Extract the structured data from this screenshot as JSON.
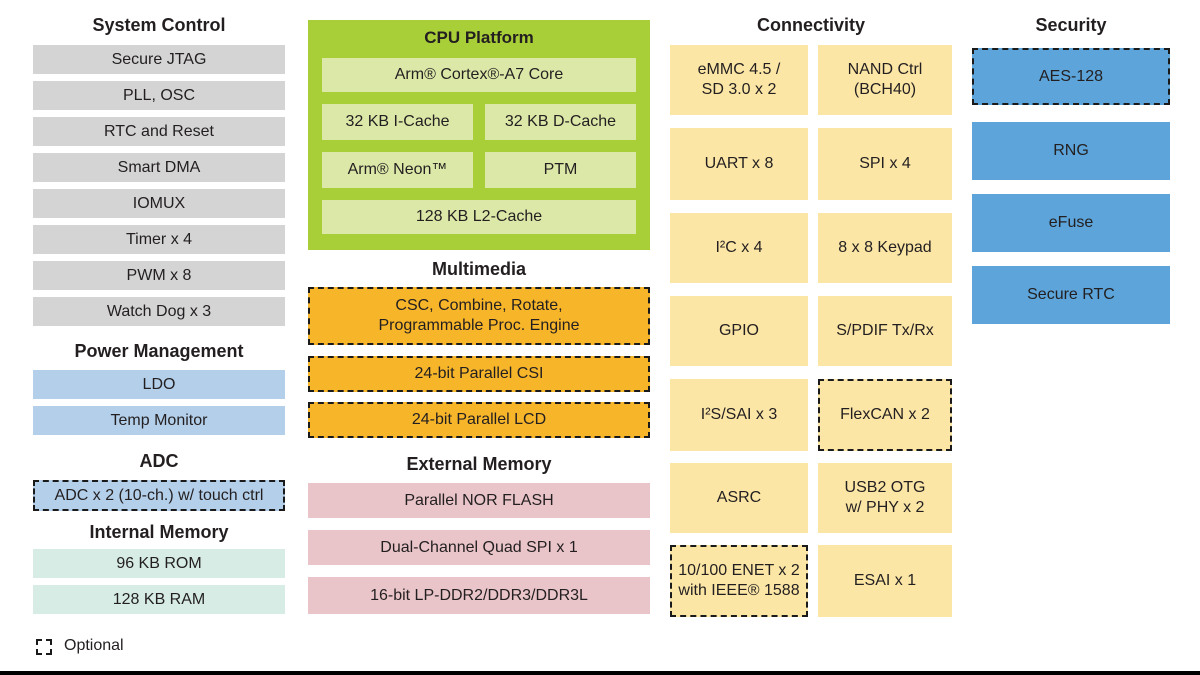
{
  "legend": {
    "label": "Optional"
  },
  "palette": {
    "gray": "#d4d4d4",
    "light_blue": "#b3cfea",
    "mint": "#d6ece4",
    "green_outer": "#a9cf38",
    "green_inner": "#dce8a8",
    "orange": "#f7b52a",
    "pink": "#e9c5c9",
    "yellow": "#fbe6a6",
    "security_blue": "#5ca4d9",
    "text": "#231f20"
  },
  "system_control": {
    "title": "System Control",
    "items": [
      "Secure JTAG",
      "PLL, OSC",
      "RTC and Reset",
      "Smart DMA",
      "IOMUX",
      "Timer x 4",
      "PWM x 8",
      "Watch Dog x 3"
    ]
  },
  "power_management": {
    "title": "Power Management",
    "items": [
      "LDO",
      "Temp Monitor"
    ]
  },
  "adc": {
    "title": "ADC",
    "items": [
      "ADC x 2 (10-ch.) w/ touch ctrl"
    ]
  },
  "internal_memory": {
    "title": "Internal Memory",
    "items": [
      "96 KB ROM",
      "128 KB RAM"
    ]
  },
  "cpu_platform": {
    "title": "CPU Platform",
    "core": "Arm® Cortex®-A7 Core",
    "icache": "32 KB I-Cache",
    "dcache": "32 KB D-Cache",
    "neon": "Arm® Neon™",
    "ptm": "PTM",
    "l2": "128 KB L2-Cache"
  },
  "multimedia": {
    "title": "Multimedia",
    "items": [
      "CSC, Combine, Rotate,\nProgrammable Proc. Engine",
      "24-bit Parallel CSI",
      "24-bit Parallel LCD"
    ]
  },
  "external_memory": {
    "title": "External Memory",
    "items": [
      "Parallel NOR FLASH",
      "Dual-Channel Quad SPI  x 1",
      "16-bit LP-DDR2/DDR3/DDR3L"
    ]
  },
  "connectivity": {
    "title": "Connectivity",
    "left": [
      "eMMC 4.5 /\nSD 3.0 x 2",
      "UART x 8",
      "I²C x 4",
      "GPIO",
      "I²S/SAI x 3",
      "ASRC",
      "10/100 ENET x 2\nwith IEEE® 1588"
    ],
    "right": [
      "NAND Ctrl\n(BCH40)",
      "SPI  x 4",
      "8 x 8 Keypad",
      "S/PDIF Tx/Rx",
      "FlexCAN x 2",
      "USB2 OTG\nw/ PHY x 2",
      "ESAI x 1"
    ]
  },
  "security": {
    "title": "Security",
    "items": [
      "AES-128",
      "RNG",
      "eFuse",
      "Secure RTC"
    ]
  }
}
